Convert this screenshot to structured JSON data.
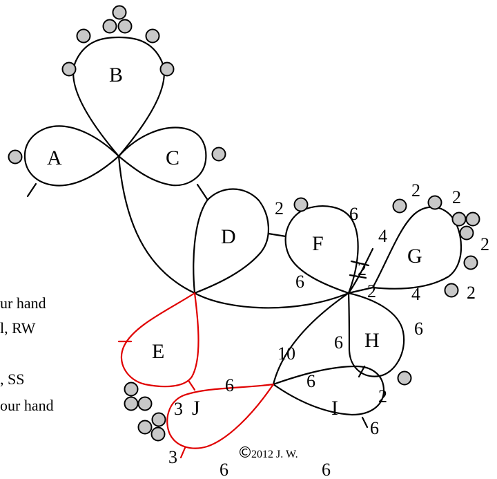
{
  "ring_labels": {
    "A": "A",
    "B": "B",
    "C": "C",
    "D": "D",
    "E": "E",
    "F": "F",
    "G": "G",
    "H": "H",
    "I": "I",
    "J": "J"
  },
  "counts": {
    "d_f": "2",
    "f_top": "6",
    "f_bottom": "6",
    "g_left": "4",
    "g_top_left": "2",
    "g_top_right": "2",
    "g_right": "2",
    "g_bottom_right": "2",
    "fg_join_1": "2",
    "fg_join_2": "2",
    "h_top": "4",
    "ten": "10",
    "h_left": "6",
    "h_right": "6",
    "i_top": "6",
    "i_right": "6",
    "i_bottom": "6",
    "i_join": "2",
    "j_top": "6",
    "j_left_top": "3",
    "j_left_bottom": "3",
    "j_bottom": "6"
  },
  "side_text": {
    "line1": "ur hand",
    "line2": "l, RW",
    "line3": ", SS",
    "line4": "our hand"
  },
  "copyright": {
    "symbol": "©",
    "text": "2012 J. W."
  },
  "colors": {
    "ink": "#000000",
    "highlight_rings": "#e00000",
    "picot_fill": "#c8c8c8"
  }
}
